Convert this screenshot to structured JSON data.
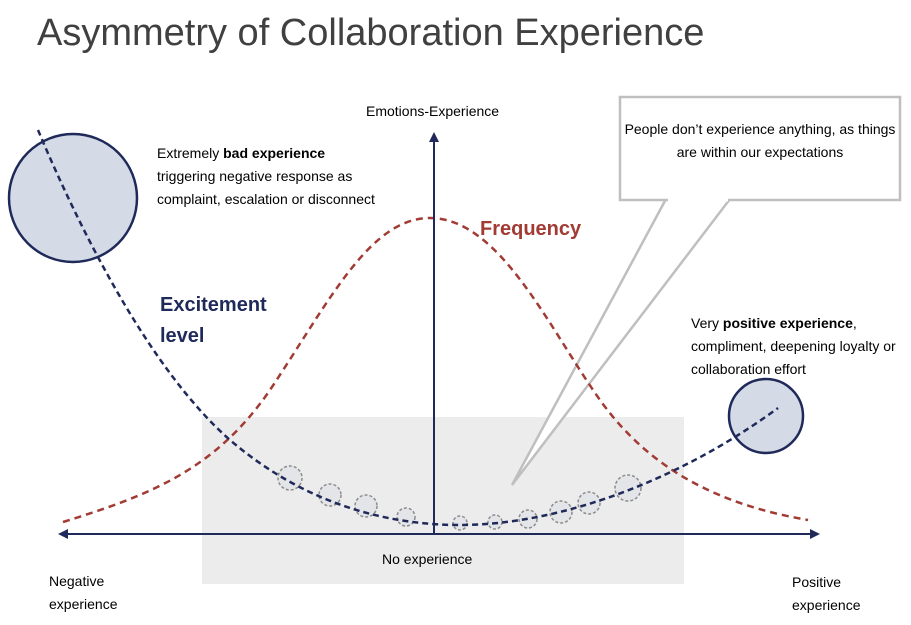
{
  "title": "Asymmetry of Collaboration Experience",
  "axes": {
    "y_label": "Emotions-Experience",
    "x_center_label": "No experience",
    "x_left_label": "Negative experience",
    "x_right_label": "Positive experience"
  },
  "curves": {
    "excitement_label": "Excitement level",
    "frequency_label": "Frequency"
  },
  "notes": {
    "bad": {
      "before": "Extremely ",
      "bold": "bad experience",
      "after": " triggering negative response as complaint, escalation or disconnect"
    },
    "good": {
      "before": "Very ",
      "bold": "positive experience",
      "after": ", compliment, deepening loyalty or collaboration effort"
    },
    "callout": "People don’t experience anything, as things are within our expectations"
  },
  "colors": {
    "excitement": "#1f2a5a",
    "frequency": "#a23b34",
    "bubble_fill": "#d5dbe6",
    "shaded_zone": "#ececec",
    "callout_border": "#bfbfbf",
    "title": "#404040"
  }
}
